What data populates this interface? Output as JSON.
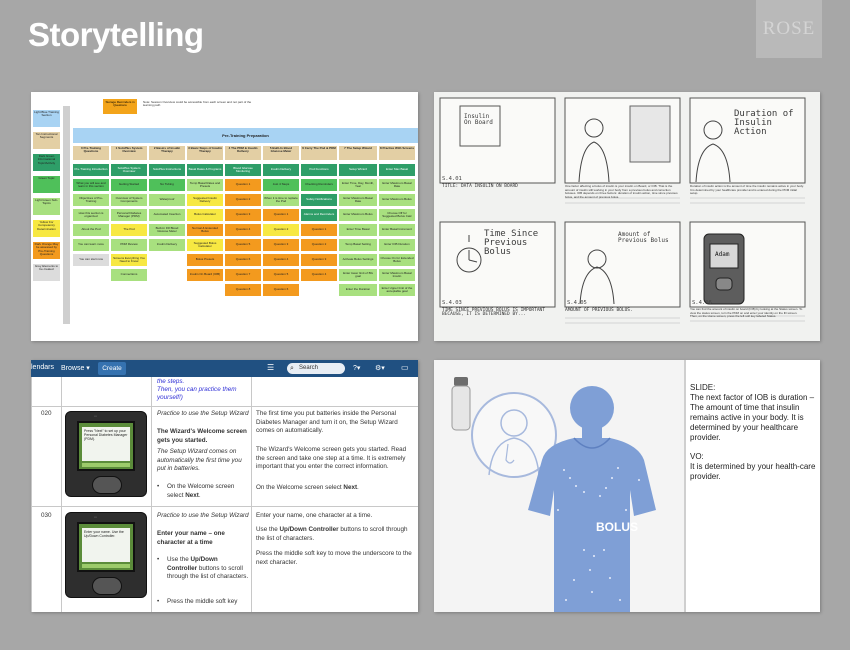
{
  "header": {
    "title": "Storytelling",
    "logo_text": "ROSE"
  },
  "panel1": {
    "top_note": "Storage Reminders in Questions",
    "top_text": "Note: Session Overview could be accessible from each screen and not part of the learning path",
    "prep_title": "Pre-Training Preparation",
    "left_labels": [
      "Light Blue Training Section",
      "Tan Instructional Segments",
      "Dark Green Informational Topic/Activity",
      "Green Topic",
      "Light Green Sub-Topics",
      "Yellow For Competency Determination",
      "Dark Orange May be assessed by Pre-Training Questions",
      "Grey Elements to be created"
    ],
    "col_headers": [
      "0 Pre-Training Questions",
      "1 SoloPlus System Overview",
      "2 Basics of Insulin Therapy",
      "3 Basic Steps of Insulin Therapy",
      "4 The PDM & Insulin Delivery",
      "5 Built-In Blood Glucose Meter",
      "6 Carry The Pod & PDM",
      "7 The Setup Wizard",
      "8 Practice With Screens"
    ],
    "cells": [
      "Pre-Training Introduction",
      "What you will see and learn in this section",
      "Objectives of Pre-Training",
      "How this section is organized",
      "About the Pod",
      "You can learn more",
      "You can start now",
      "SoloPlus System Overview",
      "Getting Started",
      "Overview of System Components",
      "Personal Diabetes Manager (PDM)",
      "The Pod",
      "PDM Review",
      "Screens Everything You Need to Know",
      "Connections",
      "SoloPlus Instructions",
      "No Tubing",
      "Waterproof",
      "Automated Insertion",
      "Built-In FR Blood Glucose Meter",
      "Insulin Delivery",
      "Basal Rates & Programs",
      "Temp Basal Rates and Presets",
      "Suggested Insulin Delivery",
      "Bolus Calculator",
      "Normal & Extended Bolus",
      "Suggested Bolus Calculator",
      "Bolus Presets",
      "Insulin On Board (IOB)",
      "Blood Glucose Monitoring",
      "Question 1",
      "Question 2",
      "Question 3",
      "Question 4",
      "Question 5",
      "Question 6",
      "Question 7",
      "Question 8",
      "Insulin Delivery",
      "Just 4 Steps",
      "When it is time to replace the Pod",
      "Question 1",
      "Question 2",
      "Question 3",
      "Question 4",
      "Question 5",
      "Question 6",
      "Pod Functions",
      "Checking Reminders",
      "Safety Notifications",
      "Alarms and Reminders",
      "Question 1",
      "Question 2",
      "Question 3",
      "Question 4",
      "Setup Wizard",
      "Enter Time, Day, Month, Year",
      "Enter Maximum Basal Rate",
      "Enter Maximum Bolus",
      "Enter Time Basal",
      "Temp Basal Setting",
      "Activate Bolus Settings",
      "Enter lower limit of BG goal",
      "Enter the Duration",
      "Enter Max Basal",
      "Enter Maximum Basal Rate",
      "Enter Maximum Bolus",
      "Choose Off for Suggested Bolus Calc",
      "Enter Basal Increment",
      "Enter IOB Duration",
      "Choose On for Extended Bolus",
      "Enter Maximum Basal Insulin",
      "Enter Upper limit of the acceptable goal",
      "Virtual PDM Practice"
    ]
  },
  "panel2": {
    "frames": [
      {
        "label": "Insulin On Board",
        "caption": "TITLE: DATA INSULIN ON BOARD",
        "num": "S.4.01"
      },
      {
        "label": "",
        "caption": "One factor affecting a bolus of insulin is your insulin on Board, or IOB. That is the amount of insulin still working in your body from a previous bolus and correction boluses. IOB depends on three factors: duration of insulin action, time since previous bolus, and the amount of previous bolus.",
        "num": ""
      },
      {
        "label": "Duration of Insulin Action",
        "caption": "Duration of insulin action is the amount of time the insulin remains active in your body. It is determined by your healthcare provider and is entered during the PDM initial setup.",
        "num": ""
      },
      {
        "label": "Time Since Previous Bolus",
        "caption": "TIME SINCE PREVIOUS BOLUS IS IMPORTANT BECAUSE, IT IS DETERMINED BY...",
        "num": "S.4.03"
      },
      {
        "label": "Amount of Previous Bolus",
        "caption": "AMOUNT OF PREVIOUS BOLUS.",
        "num": "S.4.05"
      },
      {
        "label": "Adam",
        "caption": "You can find the amount of insulin on board (IOB) by looking at the Status screen. To view the status screen, turn the PDM on and enter your identity on the ID screen. Then, on the Home screen, press the left soft key labeled Status.",
        "num": "S.4.06"
      }
    ]
  },
  "panel3": {
    "topbar": {
      "calendars": "lendars",
      "browse": "Browse ▾",
      "create": "Create",
      "search_placeholder": "Search",
      "help": "?▾",
      "settings": "⚙▾"
    },
    "intro_lines": [
      "the steps.",
      "Then, you can practice them",
      "yourself!)"
    ],
    "rows": [
      {
        "id": "020",
        "device_text": "Press \"Next\" to set up your Personal Diabetes Manager (PDM).",
        "col2": {
          "italic1": "Practice to use the Setup Wizard",
          "bold": "The Wizard's Welcome screen gets you started.",
          "italic2": "The Setup Wizard comes on automatically the first time you put in batteries.",
          "bullet": "On the Welcome screen select ",
          "bullet_bold": "Next",
          "bullet_end": "."
        },
        "col3": {
          "p1": "The first time you put batteries inside the Personal Diabetes Manager and turn it on, the Setup Wizard comes on automatically.",
          "p2": "The Wizard's Welcome screen gets you started. Read the screen and take one step at a time. It is extremely important that you enter the correct information.",
          "p3_pre": "On the Welcome screen select ",
          "p3_bold": "Next",
          "p3_end": "."
        }
      },
      {
        "id": "030",
        "device_text": "Enter your name. Use the Up/Down Controller.",
        "col2": {
          "italic1": "Practice to use the Setup Wizard",
          "bold": "Enter your name – one character at a time",
          "bullet1_pre": "Use the ",
          "bullet1_bold": "Up/Down Controller",
          "bullet1_end": " buttons to scroll through the list of characters.",
          "bullet2": "Press the middle soft key"
        },
        "col3": {
          "p1": "Enter your name, one character at a time.",
          "p2_pre": "Use the ",
          "p2_bold": "Up/Down Controller",
          "p2_end": " buttons to scroll through the list of characters.",
          "p3": "Press the middle soft key to move the underscore to the next character."
        }
      }
    ]
  },
  "panel4": {
    "slide_label": "SLIDE:",
    "slide_text": "The next factor of IOB is duration –The amount of time that insulin remains active in your body. It is determined by your healthcare provider.",
    "vo_label": "VO:",
    "vo_text": "It is determined by your health-care provider.",
    "bolus_label": "BOLUS",
    "colors": {
      "figure": "#7f9fd6",
      "figure_dark": "#5e80c0"
    }
  }
}
